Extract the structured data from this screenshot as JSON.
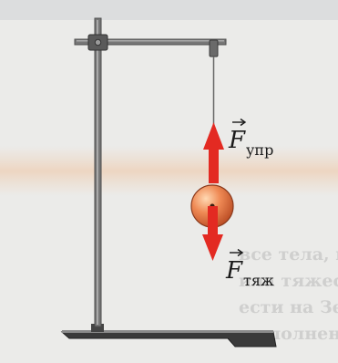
{
  "labels": {
    "elastic_force": {
      "symbol": "F",
      "subscript": "упр"
    },
    "gravity_force": {
      "symbol": "F",
      "subscript": "тяж"
    }
  },
  "colors": {
    "arrow": "#e32a22",
    "ball": "#e8713f",
    "rod": "#6f6f6f",
    "base": "#333333",
    "thread": "#666666"
  },
  "bleed_through_text": [
    "все тела, находя-",
    "ила тяжести. В ре-",
    "ести на Земле па-",
    "выполнены на"
  ]
}
